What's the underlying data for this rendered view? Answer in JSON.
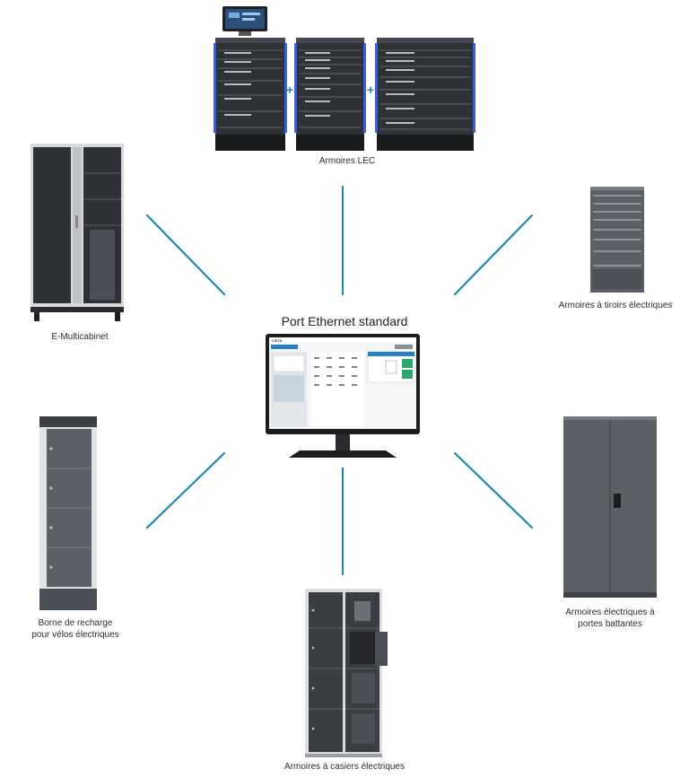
{
  "center": {
    "title": "Port Ethernet standard",
    "screen_logo": "LISTA"
  },
  "devices": {
    "lec": {
      "label": "Armoires LEC",
      "plus": "+"
    },
    "multicabinet": {
      "label": "E-Multicabinet"
    },
    "tiroirs": {
      "label": "Armoires à tiroirs électriques"
    },
    "borne": {
      "line1": "Borne de recharge",
      "line2": "pour vélos électriques"
    },
    "portes": {
      "line1": "Armoires électriques à",
      "line2": "portes battantes"
    },
    "casiers": {
      "label": "Armoires à casiers électriques"
    }
  },
  "colors": {
    "connector": "#1a8ab0",
    "cabinet_dark": "#2e3136",
    "cabinet_light": "#d9dadc",
    "led_blue": "#3a5fd9",
    "screen_accent": "#2aa86b"
  }
}
